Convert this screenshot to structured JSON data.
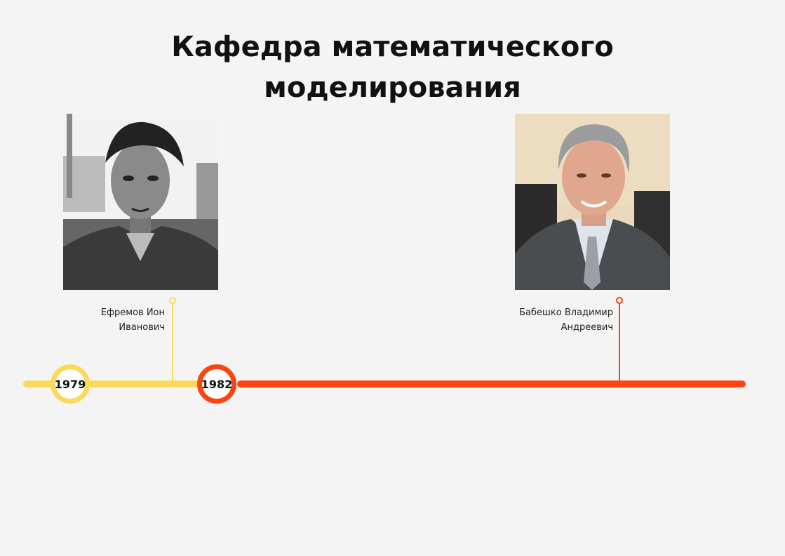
{
  "title": {
    "line1": "Кафедра  математического",
    "line2": "моделирования"
  },
  "timeline": {
    "years": [
      "1979",
      "1982"
    ],
    "colors": {
      "early": "#fbd95a",
      "late": "#fc4411"
    }
  },
  "persons": [
    {
      "name_line1": "Ефремов Ион",
      "name_line2": "Иванович"
    },
    {
      "name_line1": "Бабешко Владимир",
      "name_line2": "Андреевич"
    }
  ]
}
